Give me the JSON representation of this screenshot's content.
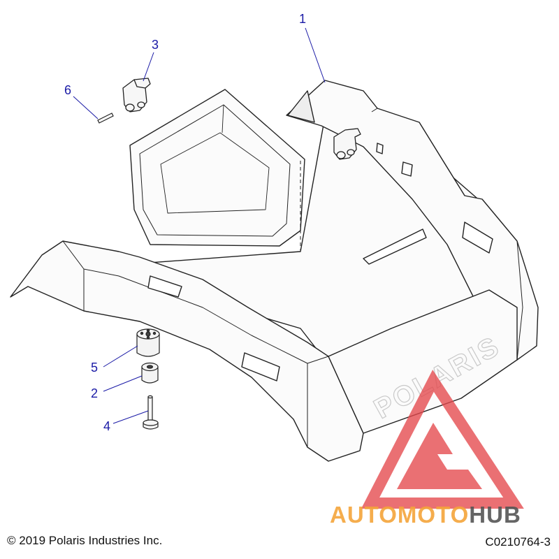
{
  "callouts": [
    {
      "number": "1"
    },
    {
      "number": "2"
    },
    {
      "number": "3"
    },
    {
      "number": "4"
    },
    {
      "number": "5"
    },
    {
      "number": "6"
    }
  ],
  "embossed_logo": "POLARIS",
  "watermark": {
    "text_orange": "AUTOMOTO",
    "text_gray": "HUB"
  },
  "copyright": "© 2019 Polaris Industries Inc.",
  "figure_id": "C0210764-3",
  "colors": {
    "callout": "#1a1aa6",
    "line": "#222222",
    "part_fill": "#fbfbfb",
    "watermark_red": "#e5484c",
    "watermark_orange": "#f4a53a",
    "watermark_gray": "#555555"
  }
}
